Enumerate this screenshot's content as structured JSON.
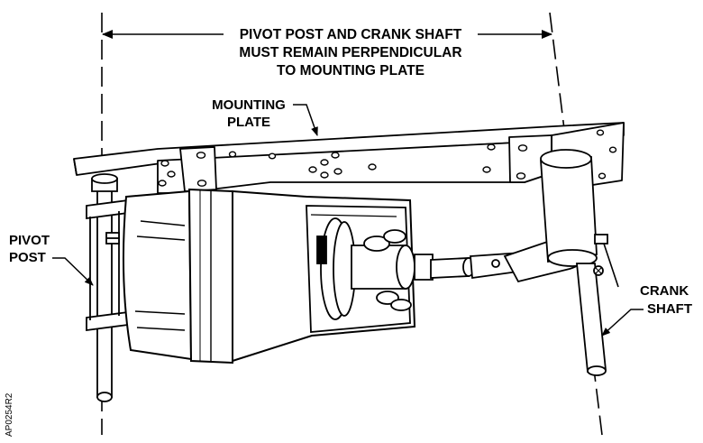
{
  "header": {
    "line1": "PIVOT POST AND CRANK SHAFT",
    "line2": "MUST REMAIN PERPENDICULAR",
    "line3": "TO MOUNTING PLATE"
  },
  "labels": {
    "mounting_plate_1": "MOUNTING",
    "mounting_plate_2": "PLATE",
    "pivot_post_1": "PIVOT",
    "pivot_post_2": "POST",
    "crank_shaft_1": "CRANK",
    "crank_shaft_2": "SHAFT"
  },
  "figure_code": "AP0254R2",
  "colors": {
    "ink": "#000000",
    "fill": "#ffffff",
    "shade": "#d9d9d9"
  }
}
